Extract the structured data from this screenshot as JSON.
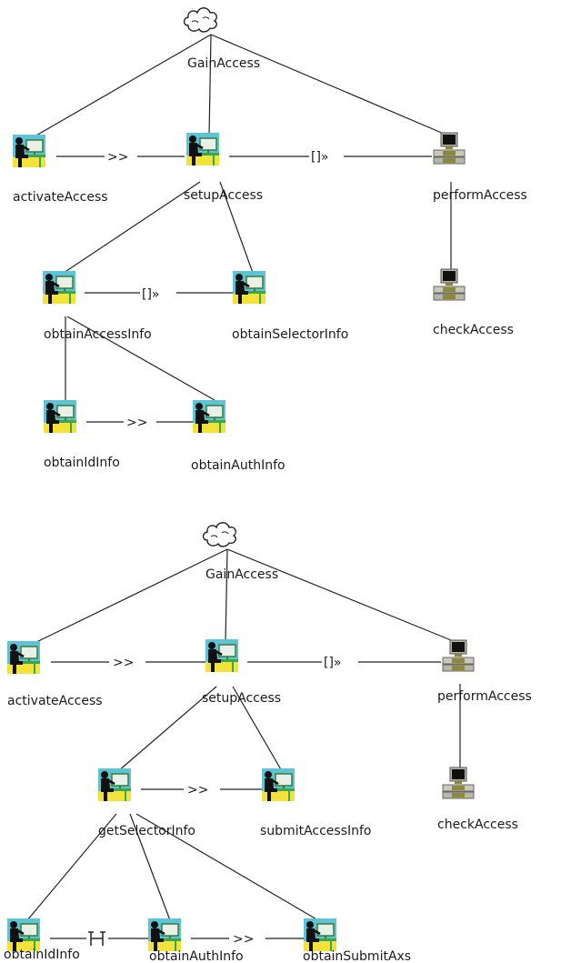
{
  "diagrams": [
    {
      "root": {
        "label": "GainAccess",
        "icon": "cloud-icon"
      },
      "nodes": [
        {
          "id": "activateAccess",
          "label": "activateAccess",
          "icon": "user-task-icon"
        },
        {
          "id": "setupAccess",
          "label": "setupAccess",
          "icon": "user-task-icon"
        },
        {
          "id": "performAccess",
          "label": "performAccess",
          "icon": "computer-icon"
        },
        {
          "id": "checkAccess",
          "label": "checkAccess",
          "icon": "computer-icon"
        },
        {
          "id": "obtainAccessInfo",
          "label": "obtainAccessInfo",
          "icon": "user-task-icon"
        },
        {
          "id": "obtainSelectorInfo",
          "label": "obtainSelectorInfo",
          "icon": "user-task-icon"
        },
        {
          "id": "obtainIdInfo",
          "label": "obtainIdInfo",
          "icon": "user-task-icon"
        },
        {
          "id": "obtainAuthInfo",
          "label": "obtainAuthInfo",
          "icon": "user-task-icon"
        }
      ],
      "operators": [
        {
          "between": [
            "activateAccess",
            "setupAccess"
          ],
          "symbol": ">>"
        },
        {
          "between": [
            "setupAccess",
            "performAccess"
          ],
          "symbol": "[]»"
        },
        {
          "between": [
            "obtainAccessInfo",
            "obtainSelectorInfo"
          ],
          "symbol": "[]»"
        },
        {
          "between": [
            "obtainIdInfo",
            "obtainAuthInfo"
          ],
          "symbol": ">>"
        }
      ]
    },
    {
      "root": {
        "label": "GainAccess",
        "icon": "cloud-icon"
      },
      "nodes": [
        {
          "id": "activateAccess",
          "label": "activateAccess",
          "icon": "user-task-icon"
        },
        {
          "id": "setupAccess",
          "label": "setupAccess",
          "icon": "user-task-icon"
        },
        {
          "id": "performAccess",
          "label": "performAccess",
          "icon": "computer-icon"
        },
        {
          "id": "checkAccess",
          "label": "checkAccess",
          "icon": "computer-icon"
        },
        {
          "id": "getSelectorInfo",
          "label": "getSelectorInfo",
          "icon": "user-task-icon"
        },
        {
          "id": "submitAccessInfo",
          "label": "submitAccessInfo",
          "icon": "user-task-icon"
        },
        {
          "id": "obtainIdInfo",
          "label": "obtainIdInfo",
          "icon": "user-task-icon"
        },
        {
          "id": "obtainAuthInfo",
          "label": "obtainAuthInfo",
          "icon": "user-task-icon"
        },
        {
          "id": "obtainSubmitAxs",
          "label": "obtainSubmitAxs",
          "icon": "user-task-icon"
        }
      ],
      "operators": [
        {
          "between": [
            "activateAccess",
            "setupAccess"
          ],
          "symbol": ">>"
        },
        {
          "between": [
            "setupAccess",
            "performAccess"
          ],
          "symbol": "[]»"
        },
        {
          "between": [
            "getSelectorInfo",
            "submitAccessInfo"
          ],
          "symbol": ">>"
        },
        {
          "between": [
            "obtainIdInfo",
            "obtainAuthInfo"
          ],
          "symbol": "|=|"
        },
        {
          "between": [
            "obtainAuthInfo",
            "obtainSubmitAxs"
          ],
          "symbol": ">>"
        }
      ]
    }
  ],
  "colors": {
    "task_bg_cyan": "#5cc4d6",
    "task_bg_yellow": "#f2e23a",
    "task_green": "#3aa84a",
    "figure": "#111111",
    "computer_gray": "#b7b7a8",
    "computer_olive": "#8c8a3a"
  }
}
